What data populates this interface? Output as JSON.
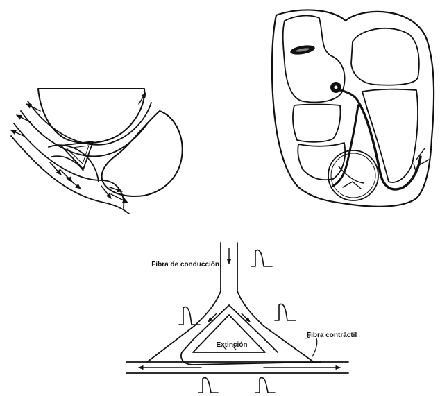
{
  "labels": {
    "conduction_fiber": "Fibra de conducción",
    "contractile_fiber": "Fibra contráctil",
    "extinction": "Extinción"
  },
  "colors": {
    "ink": "#111111",
    "stipple": "#8a8a8a",
    "paper": "#ffffff"
  }
}
